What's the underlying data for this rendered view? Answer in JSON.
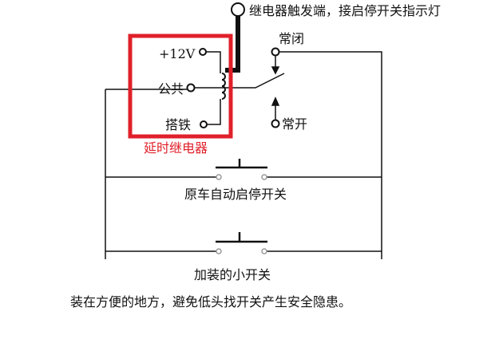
{
  "trigger_label": "继电器触发端，接启停开关指示灯",
  "relay": {
    "title": "延时继电器",
    "pin_12v": "+12V",
    "pin_common": "公共",
    "pin_ground": "搭铁"
  },
  "contacts": {
    "normally_closed": "常闭",
    "normally_open": "常开"
  },
  "switch_original": "原车自动启停开关",
  "switch_added": "加装的小开关",
  "note": "装在方便的地方，避免低头找开关产生安全隐患。",
  "colors": {
    "relay_box": "#e0202a",
    "wire": "#111111"
  }
}
